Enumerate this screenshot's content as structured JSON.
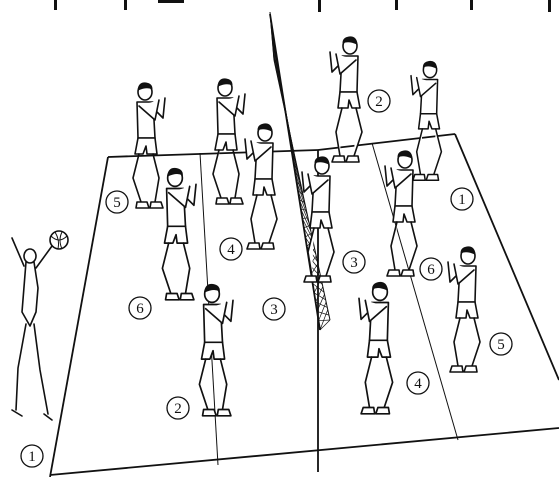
{
  "left_team": {
    "positions": [
      "5",
      "4",
      "6",
      "3",
      "2",
      "1"
    ]
  },
  "right_team": {
    "positions": [
      "2",
      "1",
      "3",
      "6",
      "4",
      "5"
    ]
  }
}
